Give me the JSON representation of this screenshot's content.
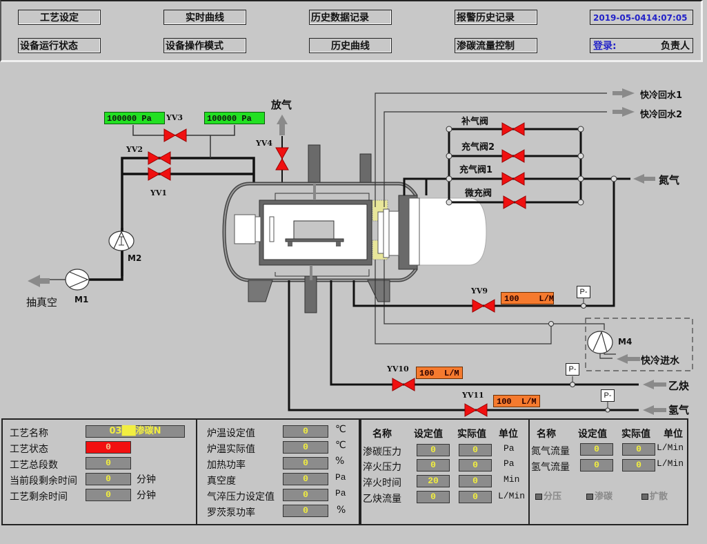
{
  "topbar": {
    "nav_row1": [
      "工艺设定",
      "实时曲线",
      "历史数据记录",
      "报警历史记录"
    ],
    "nav_row2": [
      "设备运行状态",
      "设备操作模式",
      "历史曲线",
      "渗碳流量控制"
    ],
    "datetime": "2019-05-0414:07:05",
    "login_label": "登录:",
    "login_user": "负责人"
  },
  "diagram": {
    "pressure_left": "100000 Pa",
    "pressure_right": "100000 Pa",
    "valves": {
      "yv1": "YV1",
      "yv2": "YV2",
      "yv3": "YV3",
      "yv4": "YV4",
      "yv9": "YV9",
      "yv10": "YV10",
      "yv11": "YV11"
    },
    "vent_label": "放气",
    "vacuum_label": "抽真空",
    "pumps": {
      "m1": "M1",
      "m2": "M2",
      "m4": "M4"
    },
    "gas_valves": [
      "补气阀",
      "充气阀2",
      "充气阀1",
      "微充阀"
    ],
    "outlets": {
      "return1": "快冷回水1",
      "return2": "快冷回水2",
      "nitrogen": "氮气",
      "cool_in": "快冷进水",
      "acetylene": "乙炔",
      "hydrogen": "氢气"
    },
    "flow_yv9": "100    L/M",
    "flow_yv10": "100  L/M",
    "flow_yv11": "100  L/M",
    "p_sensor": "P-",
    "colors": {
      "valve": "#f01010",
      "pressure_box": "#22e022",
      "flow_box": "#f57a2e",
      "background": "#c6c6c6"
    }
  },
  "panel1": {
    "rows": [
      {
        "label": "工艺名称",
        "value": "03██渗碳N"
      },
      {
        "label": "工艺状态",
        "value": "0"
      },
      {
        "label": "工艺总段数",
        "value": "0"
      },
      {
        "label": "当前段剩余时间",
        "value": "0",
        "unit": "分钟"
      },
      {
        "label": "工艺剩余时间",
        "value": "0",
        "unit": "分钟"
      }
    ]
  },
  "panel2": {
    "rows": [
      {
        "label": "炉温设定值",
        "value": "0",
        "unit": "℃"
      },
      {
        "label": "炉温实际值",
        "value": "0",
        "unit": "℃"
      },
      {
        "label": "加热功率",
        "value": "0",
        "unit": "%"
      },
      {
        "label": "真空度",
        "value": "0",
        "unit": "Pa"
      },
      {
        "label": "气淬压力设定值",
        "value": "0",
        "unit": "Pa"
      },
      {
        "label": "罗茨泵功率",
        "value": "0",
        "unit": "%"
      }
    ]
  },
  "panel3": {
    "headers": [
      "名称",
      "设定值",
      "实际值",
      "单位"
    ],
    "rows": [
      {
        "label": "渗碳压力",
        "set": "0",
        "actual": "0",
        "unit": "Pa"
      },
      {
        "label": "淬火压力",
        "set": "0",
        "actual": "0",
        "unit": "Pa"
      },
      {
        "label": "淬火时间",
        "set": "20",
        "actual": "0",
        "unit": "Min"
      },
      {
        "label": "乙炔流量",
        "set": "0",
        "actual": "0",
        "unit": "L/Min"
      }
    ]
  },
  "panel4": {
    "headers": [
      "名称",
      "设定值",
      "实际值",
      "单位"
    ],
    "rows": [
      {
        "label": "氮气流量",
        "set": "0",
        "actual": "0",
        "unit": "L/Min"
      },
      {
        "label": "氢气流量",
        "set": "0",
        "actual": "0",
        "unit": "L/Min"
      }
    ],
    "modes": [
      "分压",
      "渗碳",
      "扩散"
    ]
  }
}
